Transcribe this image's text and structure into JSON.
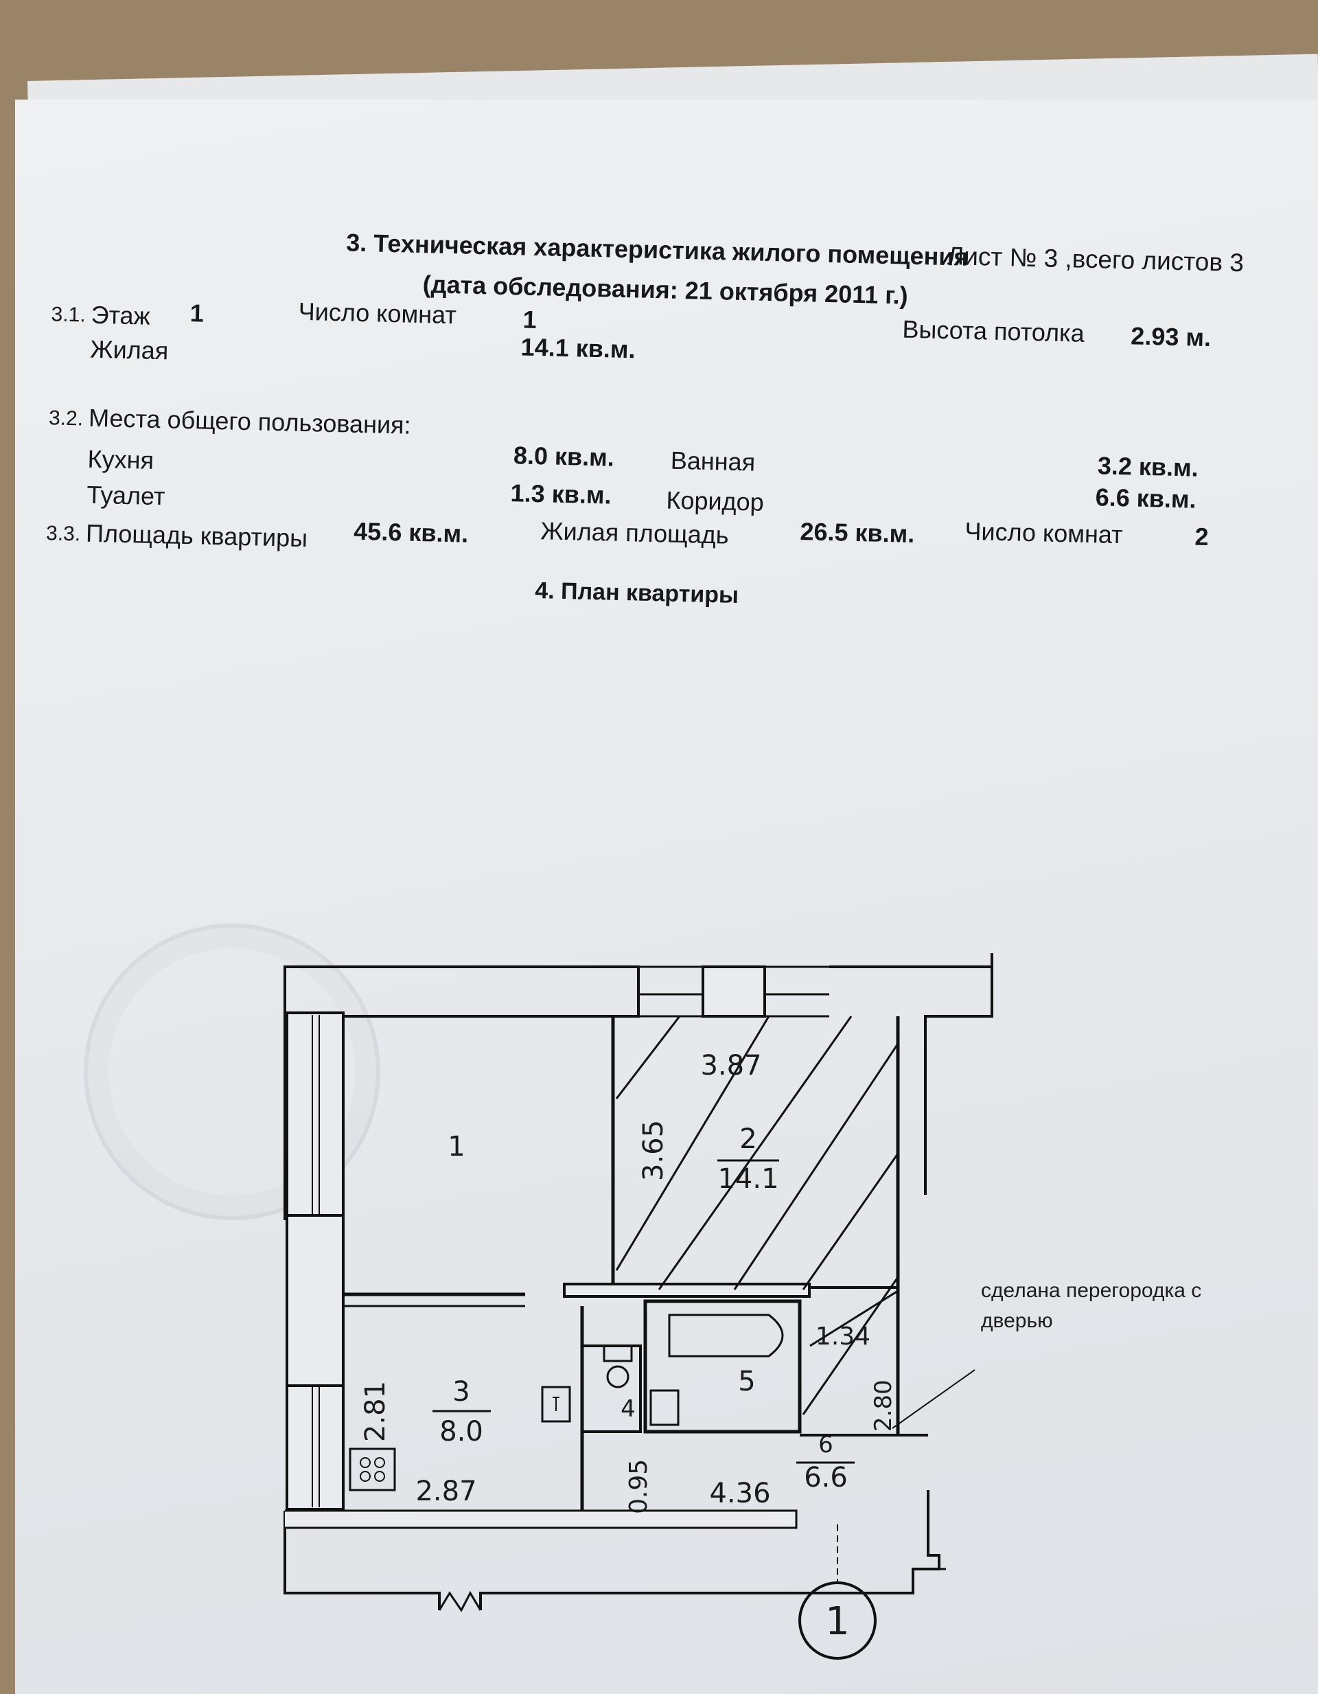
{
  "header": {
    "sheet": "Лист № 3 ,всего листов 3",
    "title": "3. Техническая характеристика жилого помещения",
    "survey_date": "(дата обследования: 21 октября 2011 г.)"
  },
  "section_3_1": {
    "num": "3.1.",
    "floor_label": "Этаж",
    "floor_value": "1",
    "rooms_label": "Число комнат",
    "rooms_value": "1",
    "living_label": "Жилая",
    "living_value": "14.1 кв.м.",
    "ceiling_label": "Высота потолка",
    "ceiling_value": "2.93 м."
  },
  "section_3_2": {
    "num": "3.2.",
    "title": "Места общего пользования:",
    "kitchen_label": "Кухня",
    "kitchen_value": "8.0 кв.м.",
    "toilet_label": "Туалет",
    "toilet_value": "1.3 кв.м.",
    "bath_label": "Ванная",
    "bath_value": "3.2 кв.м.",
    "corridor_label": "Коридор",
    "corridor_value": "6.6 кв.м."
  },
  "section_3_3": {
    "num": "3.3.",
    "area_label": "Площадь квартиры",
    "area_value": "45.6 кв.м.",
    "living_area_label": "Жилая площадь",
    "living_area_value": "26.5 кв.м.",
    "rooms_label": "Число комнат",
    "rooms_value": "2"
  },
  "plan": {
    "title": "4. План квартиры",
    "room1_number": "1",
    "room2_width": "3.87",
    "room2_length": "3.65",
    "room2_number": "2",
    "room2_area": "14.1",
    "room3_number": "3",
    "room3_area": "8.0",
    "room3_side": "2.81",
    "room3_width": "2.87",
    "room4_number": "4",
    "room5_number": "5",
    "room6_number": "6",
    "room6_area": "6.6",
    "corridor_length": "4.36",
    "corridor_width": "0.95",
    "hall_a": "1.34",
    "hall_b": "2.80",
    "axis_label": "1",
    "handwritten_note": "сделана перегородка с дверью"
  }
}
